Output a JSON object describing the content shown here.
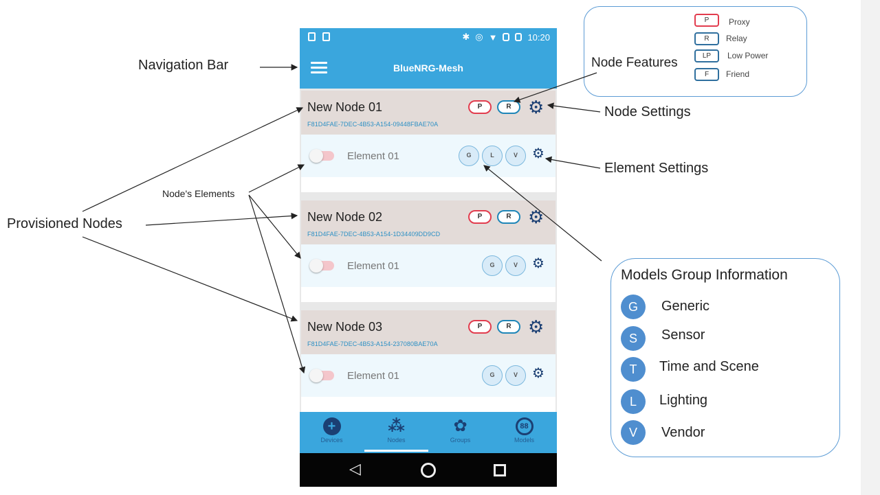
{
  "status_bar": {
    "time": "10:20"
  },
  "app_bar": {
    "title": "BlueNRG-Mesh",
    "menu_icon": "hamburger-icon"
  },
  "nodes": [
    {
      "name": "New Node 01",
      "uuid": "F81D4FAE-7DEC-4B53-A154-09448FBAE70A",
      "features": [
        "P",
        "R"
      ],
      "elements": [
        {
          "name": "Element 01",
          "models": [
            "G",
            "L",
            "V"
          ]
        }
      ]
    },
    {
      "name": "New Node 02",
      "uuid": "F81D4FAE-7DEC-4B53-A154-1D34409DD9CD",
      "features": [
        "P",
        "R"
      ],
      "elements": [
        {
          "name": "Element 01",
          "models": [
            "G",
            "V"
          ]
        }
      ]
    },
    {
      "name": "New Node 03",
      "uuid": "F81D4FAE-7DEC-4B53-A154-237080BAE70A",
      "features": [
        "P",
        "R"
      ],
      "elements": [
        {
          "name": "Element 01",
          "models": [
            "G",
            "V"
          ]
        }
      ]
    }
  ],
  "bottom_nav": {
    "items": [
      {
        "label": "Devices",
        "icon": "add-icon"
      },
      {
        "label": "Nodes",
        "icon": "nodes-icon"
      },
      {
        "label": "Groups",
        "icon": "groups-icon"
      },
      {
        "label": "Models",
        "icon": "models-icon"
      }
    ],
    "active": "Nodes"
  },
  "annotations": {
    "navigation_bar": "Navigation Bar",
    "node_features": "Node Features",
    "node_settings": "Node Settings",
    "element_settings": "Element Settings",
    "nodes_elements": "Node's Elements",
    "provisioned_nodes": "Provisioned Nodes"
  },
  "feature_legend": [
    {
      "code": "P",
      "label": "Proxy",
      "color": "#e23c4e"
    },
    {
      "code": "R",
      "label": "Relay",
      "color": "#2f6f9e"
    },
    {
      "code": "LP",
      "label": "Low Power",
      "color": "#2f6f9e"
    },
    {
      "code": "F",
      "label": "Friend",
      "color": "#2f6f9e"
    }
  ],
  "models_group_info": {
    "title": "Models Group Information",
    "items": [
      {
        "code": "G",
        "label": "Generic"
      },
      {
        "code": "S",
        "label": "Sensor"
      },
      {
        "code": "T",
        "label": "Time and Scene"
      },
      {
        "code": "L",
        "label": "Lighting"
      },
      {
        "code": "V",
        "label": "Vendor"
      }
    ]
  },
  "colors": {
    "app_blue": "#3aa6dd",
    "node_header": "#e3dbd8",
    "element_row": "#eef8fd",
    "proxy_red": "#e23c4e",
    "relay_blue": "#1e86b8",
    "dark_navy": "#1b3f73",
    "legend_circle": "#4f8ecf"
  }
}
